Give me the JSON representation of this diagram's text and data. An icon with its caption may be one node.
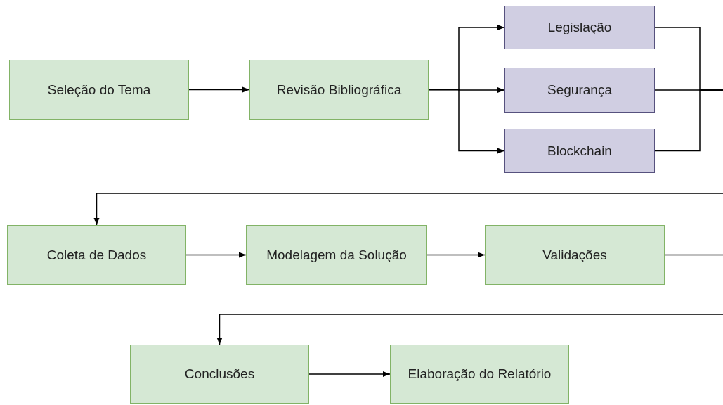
{
  "diagram": {
    "nodes": [
      {
        "text": [
          "Seleção do Tema"
        ]
      },
      {
        "text": [
          "Revisão Bibliográfica"
        ]
      },
      {
        "text": [
          "Legislação"
        ]
      },
      {
        "text": [
          "Segurança"
        ]
      },
      {
        "text": [
          "Blockchain"
        ]
      },
      {
        "text": [
          "Coleta de Dados"
        ]
      },
      {
        "text": [
          "Modelagem da Solução"
        ]
      },
      {
        "text": [
          "Validações"
        ]
      },
      {
        "text": [
          "Conclusões"
        ]
      },
      {
        "text": [
          "Elaboração do Relatório"
        ]
      }
    ],
    "edges": [
      {
        "from": 0,
        "to": 1,
        "arrow": "to"
      },
      {
        "from": 1,
        "to": 2,
        "arrow": "to"
      },
      {
        "from": 1,
        "to": 3,
        "arrow": "to"
      },
      {
        "from": 1,
        "to": 4,
        "arrow": "to"
      },
      {
        "from": 2,
        "to": null,
        "arrow": "none"
      },
      {
        "from": 3,
        "to": null,
        "arrow": "none"
      },
      {
        "from": 4,
        "to": null,
        "arrow": "none"
      },
      {
        "from": null,
        "to": 5,
        "arrow": "to"
      },
      {
        "from": 5,
        "to": 6,
        "arrow": "to"
      },
      {
        "from": 6,
        "to": 7,
        "arrow": "to"
      },
      {
        "from": 7,
        "to": null,
        "arrow": "none"
      },
      {
        "from": null,
        "to": 8,
        "arrow": "to"
      },
      {
        "from": 8,
        "to": 9,
        "arrow": "to"
      }
    ]
  }
}
